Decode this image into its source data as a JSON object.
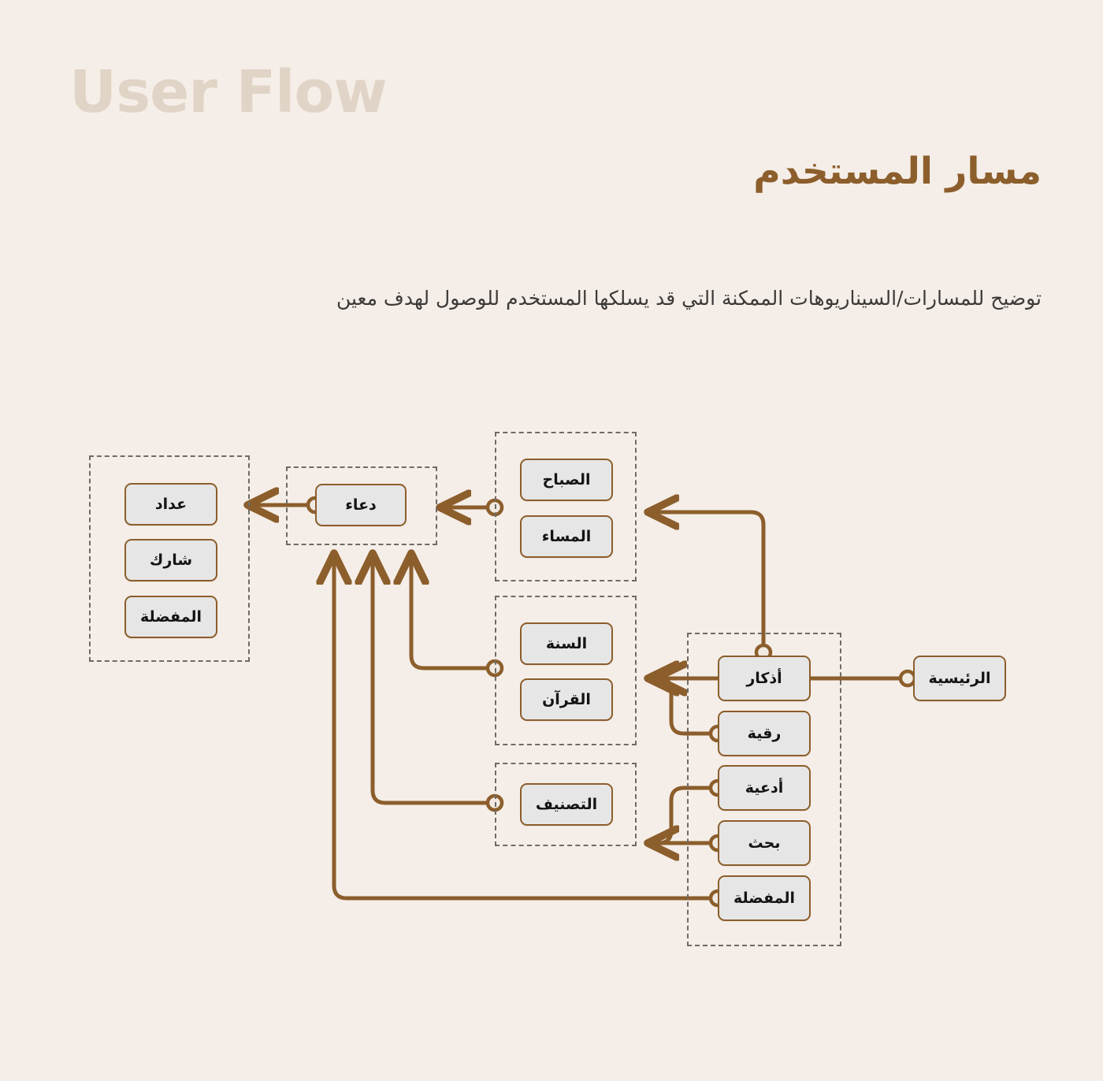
{
  "header": {
    "watermark_title": "User Flow",
    "arabic_title": "مسار المستخدم",
    "subtitle": "توضيح للمسارات/السيناريوهات الممكنة التي قد يسلكها المستخدم للوصول لهدف معين"
  },
  "colors": {
    "background": "#F5EDE7",
    "watermark": "#DFD4C6",
    "brand_brown": "#8B5E2B",
    "node_fill": "#E6E6E6",
    "node_border": "#8B5E2B",
    "group_border": "#6E6A66",
    "text_dark": "#141414",
    "subtitle_text": "#3C3A38"
  },
  "diagram": {
    "type": "user-flow",
    "direction": "rtl",
    "groups": [
      {
        "id": "actions-group",
        "label": ""
      },
      {
        "id": "dua-group",
        "label": ""
      },
      {
        "id": "time-group",
        "label": ""
      },
      {
        "id": "source-group",
        "label": ""
      },
      {
        "id": "category-group",
        "label": ""
      },
      {
        "id": "main-menu-group",
        "label": ""
      }
    ],
    "nodes": [
      {
        "id": "home",
        "label": "الرئيسية",
        "group": ""
      },
      {
        "id": "athkar",
        "label": "أذكار",
        "group": "main-menu-group"
      },
      {
        "id": "ruqyah",
        "label": "رقية",
        "group": "main-menu-group"
      },
      {
        "id": "adiyah",
        "label": "أدعية",
        "group": "main-menu-group"
      },
      {
        "id": "search",
        "label": "بحث",
        "group": "main-menu-group"
      },
      {
        "id": "favorites",
        "label": "المفضلة",
        "group": "main-menu-group"
      },
      {
        "id": "morning",
        "label": "الصباح",
        "group": "time-group"
      },
      {
        "id": "evening",
        "label": "المساء",
        "group": "time-group"
      },
      {
        "id": "sunnah",
        "label": "السنة",
        "group": "source-group"
      },
      {
        "id": "quran",
        "label": "القرآن",
        "group": "source-group"
      },
      {
        "id": "category",
        "label": "التصنيف",
        "group": "category-group"
      },
      {
        "id": "dua",
        "label": "دعاء",
        "group": "dua-group"
      },
      {
        "id": "counter",
        "label": "عداد",
        "group": "actions-group"
      },
      {
        "id": "share",
        "label": "شارك",
        "group": "actions-group"
      },
      {
        "id": "fav2",
        "label": "المفضلة",
        "group": "actions-group"
      }
    ],
    "edges": [
      {
        "from": "home",
        "to": "athkar"
      },
      {
        "from": "athkar",
        "to": "time-group"
      },
      {
        "from": "ruqyah",
        "to": "source-group"
      },
      {
        "from": "adiyah",
        "to": "category-group"
      },
      {
        "from": "search",
        "to": "category-group"
      },
      {
        "from": "favorites",
        "to": "dua-group"
      },
      {
        "from": "time-group",
        "to": "dua-group"
      },
      {
        "from": "quran",
        "to": "dua-group"
      },
      {
        "from": "category",
        "to": "dua-group"
      },
      {
        "from": "dua",
        "to": "actions-group"
      }
    ]
  }
}
